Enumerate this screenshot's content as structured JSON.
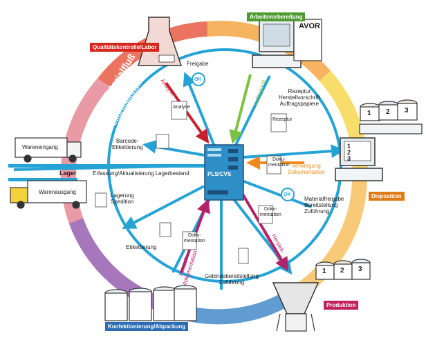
{
  "colors": {
    "flow_blue": "#26a3d6",
    "ring_red": "#e3462b",
    "ring_orange": "#f39a2b",
    "ring_yellow": "#f7d23a",
    "ring_green": "#7cc242",
    "ring_blue": "#2b7bc0",
    "ring_purple": "#8a4aa5",
    "arrow_red": "#c8202f",
    "arrow_orange": "#f08a1c",
    "arrow_green": "#7cc242",
    "arrow_magenta": "#b2226b",
    "badge_red": "#d5281c",
    "badge_green": "#4f9b2f",
    "badge_orange": "#e27a13",
    "badge_pink": "#c0205b",
    "badge_blue": "#2a6db5",
    "server_blue": "#2d8fc6"
  },
  "center": {
    "label": "PLS/CVS"
  },
  "ring": {
    "material_flow": "Materialfluß",
    "information_flow": "Informationsfluß"
  },
  "stations": {
    "quality": "Qualitätskontrolle/Labor",
    "work_prep": "Arbeitsvorbereitung",
    "avor": "AVOR",
    "disposition": "Disposition",
    "production": "Produktion",
    "packaging": "Konfektionierung/Abpackung",
    "warehouse": "Lager",
    "goods_in": "Wareneingang",
    "goods_out": "Warenausgang"
  },
  "labels": {
    "release": "Freigabe",
    "analysis": "Analyse",
    "ok": "OK",
    "order": "Auftragung",
    "recipe": "Rezeptur\nHerstellvorschrift\nAuftragspapiere",
    "consumption_doc": "Verwiegung\nDokumentation",
    "material_release": "Materialfreigabe\nBereitstellung\nZuführung",
    "manufacturing_doc": "Herstell-\ndokumentation",
    "container_supply": "Gebindebereitstellung\nZuführung",
    "packaging_doc": "Herstell-\ndokumentation",
    "labelling": "Etikettierung",
    "storage": "Lagerung\nSpedition",
    "capture": "Erfassung/Aktualisierung Lagerbestand",
    "barcode": "Barcode-\nEtikettierung"
  },
  "docs": {
    "analyse": "Analyse",
    "rezeptur": "Rezeptur",
    "doku_right": "Doku-\nmentation",
    "doku_bottom": "Doku-\nmentation",
    "doku_left": "Doku-\nmentation"
  },
  "bin_numbers": {
    "a": [
      "1",
      "2",
      "3"
    ],
    "b": [
      "1",
      "2",
      "3"
    ],
    "c": [
      "1",
      "2",
      "3"
    ]
  }
}
